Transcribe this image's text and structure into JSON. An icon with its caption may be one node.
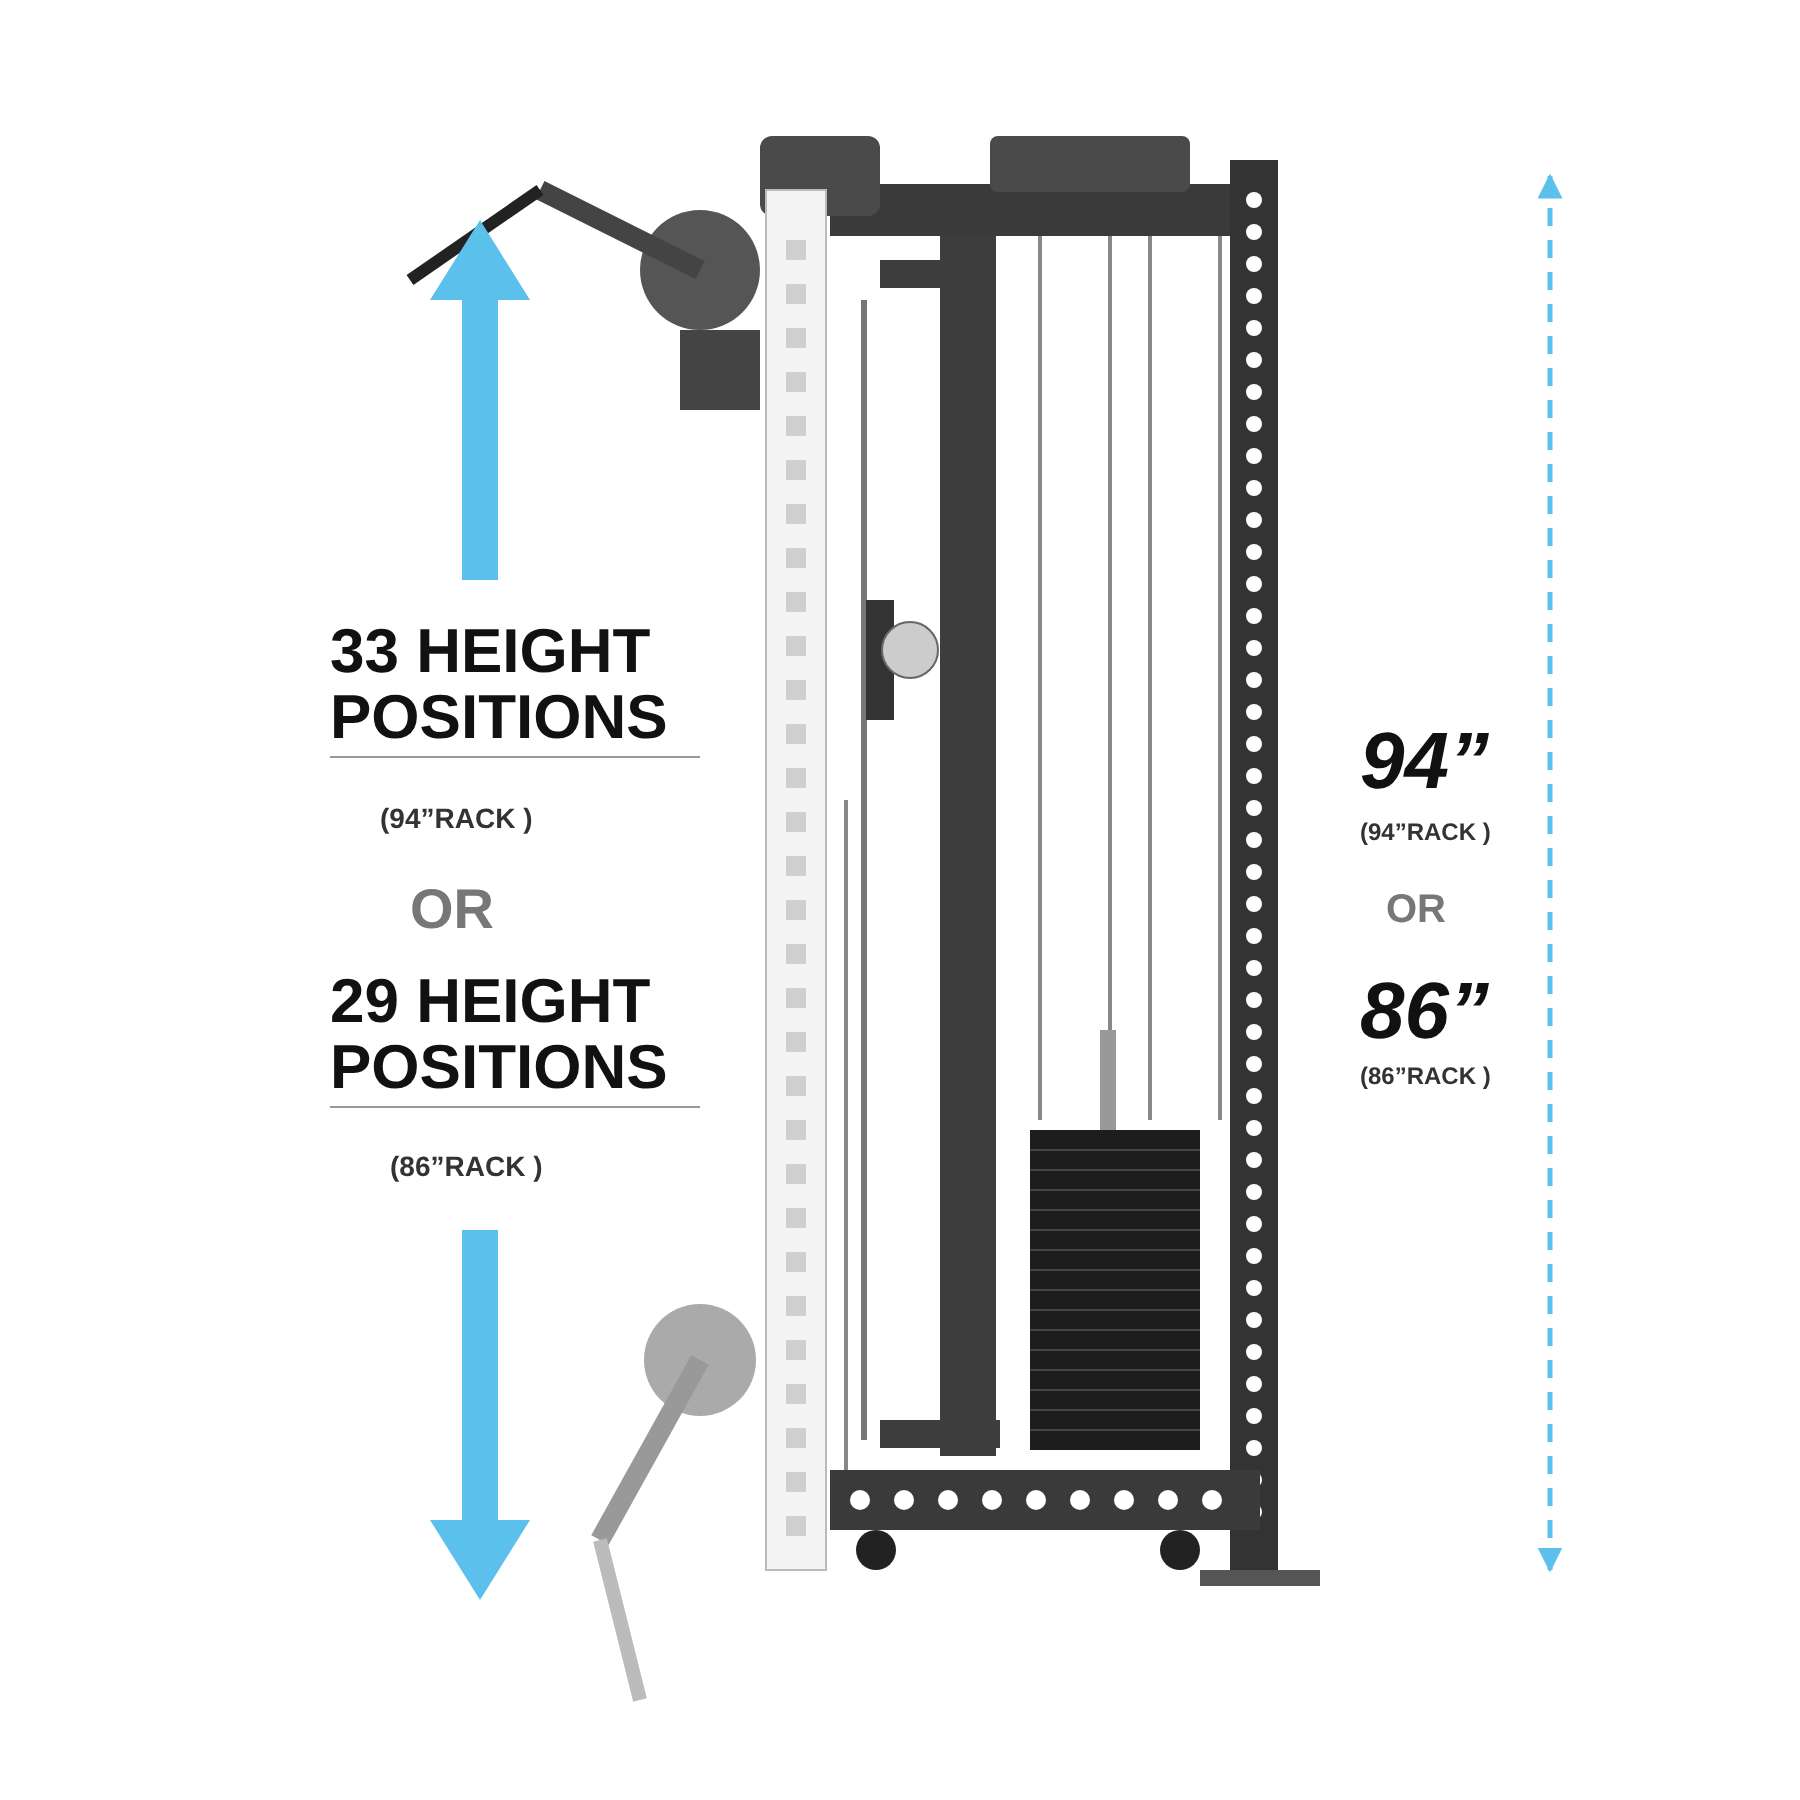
{
  "diagram": {
    "labels": [
      "33 HEIGHT POSITIONS",
      "(94”RACK )",
      "OR",
      "29 HEIGHT POSITIONS",
      "(86”RACK )",
      "94”",
      "(94”RACK )",
      "OR",
      "86”",
      "(86”RACK )"
    ]
  }
}
